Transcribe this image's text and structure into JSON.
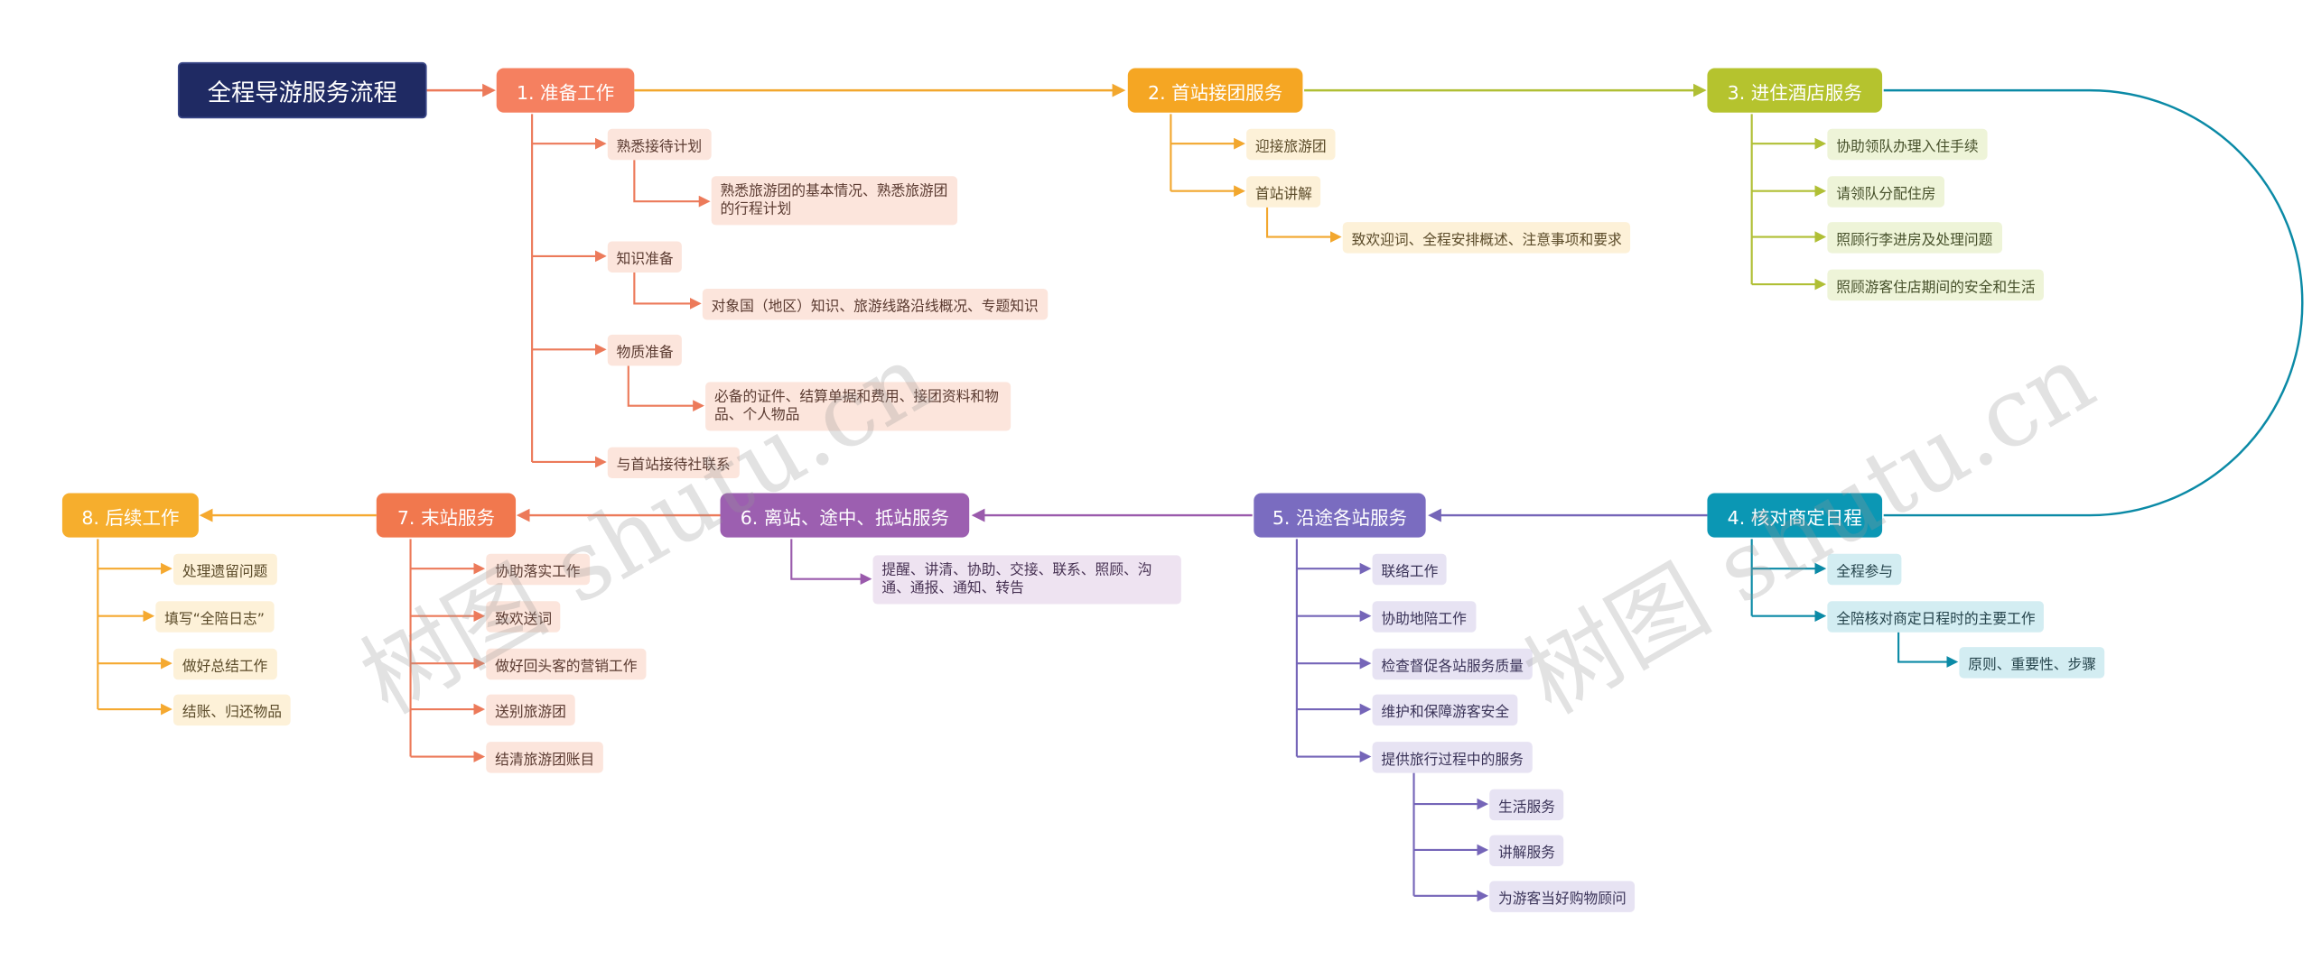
{
  "root": {
    "title": "全程导游服务流程"
  },
  "colors": {
    "root": "#1f2a63",
    "step1": "#f58060",
    "step2": "#f5a623",
    "step3": "#b5c32e",
    "step4": "#0b97b4",
    "step5": "#7a6cc0",
    "step6": "#9c5fb0",
    "step7": "#f1784e",
    "step8": "#f6ae2d"
  },
  "steps": {
    "s1": {
      "title": "1. 准备工作",
      "items": [
        "熟悉接待计划",
        "熟悉旅游团的基本情况、熟悉旅游团的行程计划",
        "知识准备",
        "对象国（地区）知识、旅游线路沿线概况、专题知识",
        "物质准备",
        "必备的证件、结算单据和费用、接团资料和物品、个人物品",
        "与首站接待社联系"
      ]
    },
    "s2": {
      "title": "2. 首站接团服务",
      "items": [
        "迎接旅游团",
        "首站讲解",
        "致欢迎词、全程安排概述、注意事项和要求"
      ]
    },
    "s3": {
      "title": "3. 进住酒店服务",
      "items": [
        "协助领队办理入住手续",
        "请领队分配住房",
        "照顾行李进房及处理问题",
        "照顾游客住店期间的安全和生活"
      ]
    },
    "s4": {
      "title": "4. 核对商定日程",
      "items": [
        "全程参与",
        "全陪核对商定日程时的主要工作",
        "原则、重要性、步骤"
      ]
    },
    "s5": {
      "title": "5. 沿途各站服务",
      "items": [
        "联络工作",
        "协助地陪工作",
        "检查督促各站服务质量",
        "维护和保障游客安全",
        "提供旅行过程中的服务",
        "生活服务",
        "讲解服务",
        "为游客当好购物顾问"
      ]
    },
    "s6": {
      "title": "6. 离站、途中、抵站服务",
      "items": [
        "提醒、讲清、协助、交接、联系、照顾、沟通、通报、通知、转告"
      ]
    },
    "s7": {
      "title": "7. 末站服务",
      "items": [
        "协助落实工作",
        "致欢送词",
        "做好回头客的营销工作",
        "送别旅游团",
        "结清旅游团账目"
      ]
    },
    "s8": {
      "title": "8. 后续工作",
      "items": [
        "处理遗留问题",
        "填写“全陪日志”",
        "做好总结工作",
        "结账、归还物品"
      ]
    }
  },
  "watermark": "树图 shutu.cn"
}
